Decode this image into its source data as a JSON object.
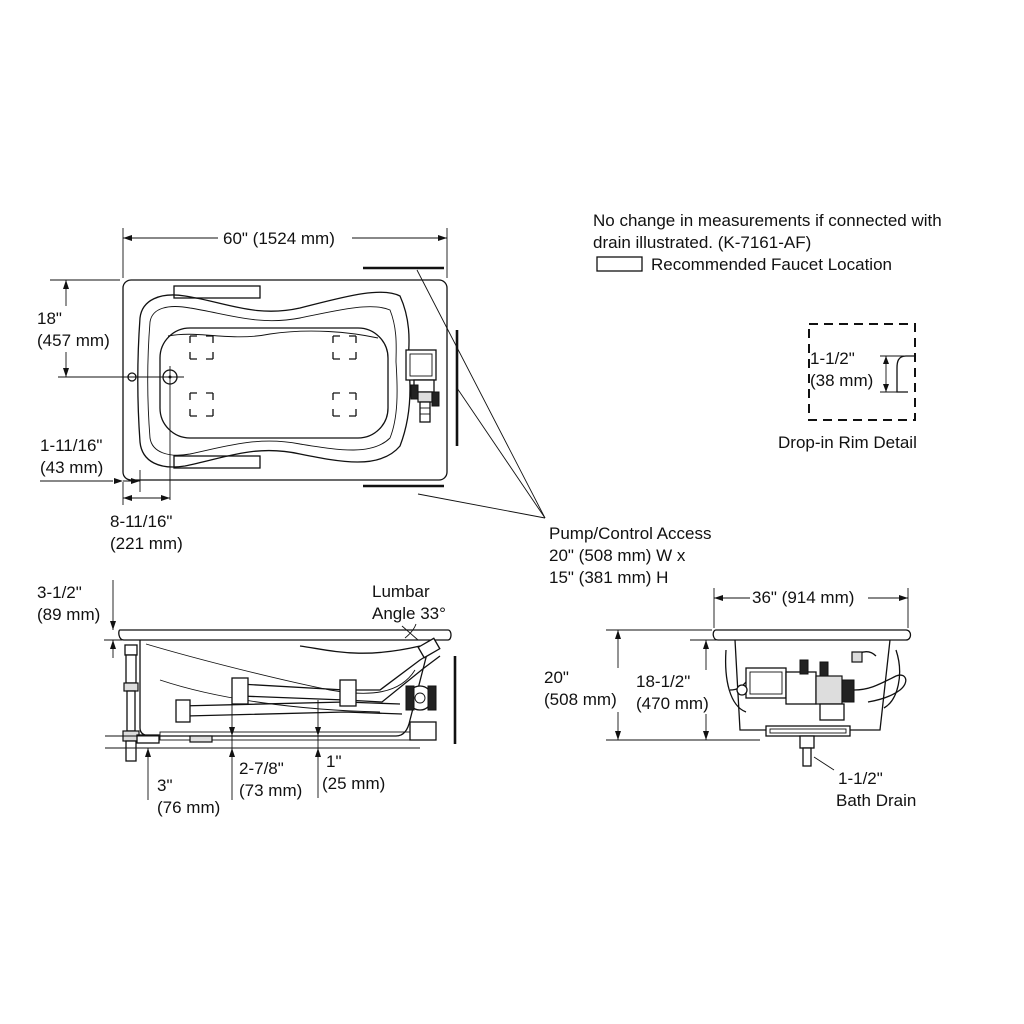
{
  "notes": {
    "line1": "No change in measurements if connected with",
    "line2": "drain illustrated. (K-7161-AF)",
    "faucet_legend": "Recommended Faucet Location"
  },
  "plan_view": {
    "width_dim": "60\" (1524 mm)",
    "height_dim_in": "18\"",
    "height_dim_mm": "(457 mm)",
    "rim_dim_in": "1-11/16\"",
    "rim_dim_mm": "(43 mm)",
    "drain_dim_in": "8-11/16\"",
    "drain_dim_mm": "(221 mm)"
  },
  "rim_detail": {
    "dim_in": "1-1/2\"",
    "dim_mm": "(38 mm)",
    "caption": "Drop-in Rim Detail"
  },
  "pump_access": {
    "line1": "Pump/Control Access",
    "line2": "20\" (508 mm) W x",
    "line3": "15\" (381 mm) H"
  },
  "side_view": {
    "rim_dim_in": "3-1/2\"",
    "rim_dim_mm": "(89 mm)",
    "lumbar_line1": "Lumbar",
    "lumbar_line2": "Angle 33°",
    "drain_dim_in": "3\"",
    "drain_dim_mm": "(76 mm)",
    "foot_dim_in": "2-7/8\"",
    "foot_dim_mm": "(73 mm)",
    "base_dim_in": "1\"",
    "base_dim_mm": "(25 mm)"
  },
  "end_view": {
    "width_dim": "36\" (914 mm)",
    "height_dim_in": "20\"",
    "height_dim_mm": "(508 mm)",
    "inner_dim_in": "18-1/2\"",
    "inner_dim_mm": "(470 mm)",
    "drain_label_line1": "1-1/2\"",
    "drain_label_line2": "Bath Drain"
  }
}
